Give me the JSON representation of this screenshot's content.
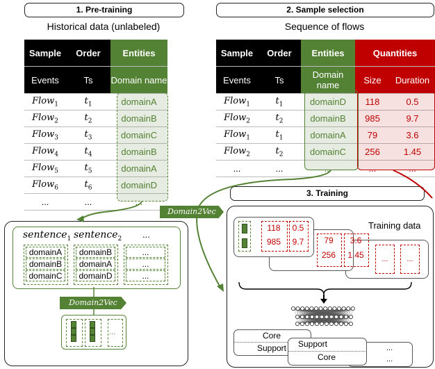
{
  "panel1": {
    "title": "1. Pre-training",
    "subtitle": "Historical data (unlabeled)",
    "headers": [
      "Sample",
      "Order",
      "Entities"
    ],
    "subheaders": [
      "Events",
      "Ts",
      "Domain name"
    ],
    "rows": [
      {
        "flow": "Flow",
        "flow_sub": "1",
        "t": "t",
        "t_sub": "1",
        "domain": "domainA"
      },
      {
        "flow": "Flow",
        "flow_sub": "2",
        "t": "t",
        "t_sub": "2",
        "domain": "domainB"
      },
      {
        "flow": "Flow",
        "flow_sub": "3",
        "t": "t",
        "t_sub": "3",
        "domain": "domainC"
      },
      {
        "flow": "Flow",
        "flow_sub": "4",
        "t": "t",
        "t_sub": "4",
        "domain": "domainB"
      },
      {
        "flow": "Flow",
        "flow_sub": "5",
        "t": "t",
        "t_sub": "5",
        "domain": "domainA"
      },
      {
        "flow": "Flow",
        "flow_sub": "6",
        "t": "t",
        "t_sub": "6",
        "domain": "domainD"
      }
    ],
    "ellipsis": "..."
  },
  "panel2": {
    "title": "2. Sample selection",
    "subtitle": "Sequence of flows",
    "headers": [
      "Sample",
      "Order",
      "Entities",
      "Quantities"
    ],
    "subheaders": [
      "Events",
      "Ts",
      "Domain name",
      "Size",
      "Duration"
    ],
    "rows": [
      {
        "flow": "Flow",
        "flow_sub": "1",
        "t": "t",
        "t_sub": "1",
        "domain": "domainD",
        "size": "118",
        "duration": "0.5"
      },
      {
        "flow": "Flow",
        "flow_sub": "2",
        "t": "t",
        "t_sub": "2",
        "domain": "domainB",
        "size": "985",
        "duration": "9.7"
      },
      {
        "flow": "Flow",
        "flow_sub": "1",
        "t": "t",
        "t_sub": "1",
        "domain": "domainA",
        "size": "79",
        "duration": "3.6"
      },
      {
        "flow": "Flow",
        "flow_sub": "2",
        "t": "t",
        "t_sub": "2",
        "domain": "domainC",
        "size": "256",
        "duration": "1.45"
      }
    ],
    "ellipsis": "..."
  },
  "sentences": {
    "s1": "sentence",
    "s1_sub": "1",
    "s2": "sentence",
    "s2_sub": "2",
    "more": "...",
    "col1": [
      "domainA",
      "domainB",
      "domainC"
    ],
    "col2": [
      "domainB",
      "domainA",
      "domainD"
    ],
    "col3": [
      "...",
      "...",
      "..."
    ]
  },
  "domain2vec": "Domain2Vec",
  "panel3": {
    "title": "3. Training",
    "training_data": "Training data",
    "card1": {
      "size": [
        "118",
        "985"
      ],
      "duration": [
        "0.5",
        "9.7"
      ]
    },
    "card2": {
      "size": [
        "79",
        "256"
      ],
      "duration": [
        "3.6",
        "1.45"
      ]
    },
    "ellipsis": "...",
    "stack_a": [
      "Core",
      "Support"
    ],
    "stack_b": [
      "Support",
      "Core"
    ]
  },
  "colors": {
    "green": "#548235",
    "red": "#c00000",
    "black": "#000000"
  }
}
